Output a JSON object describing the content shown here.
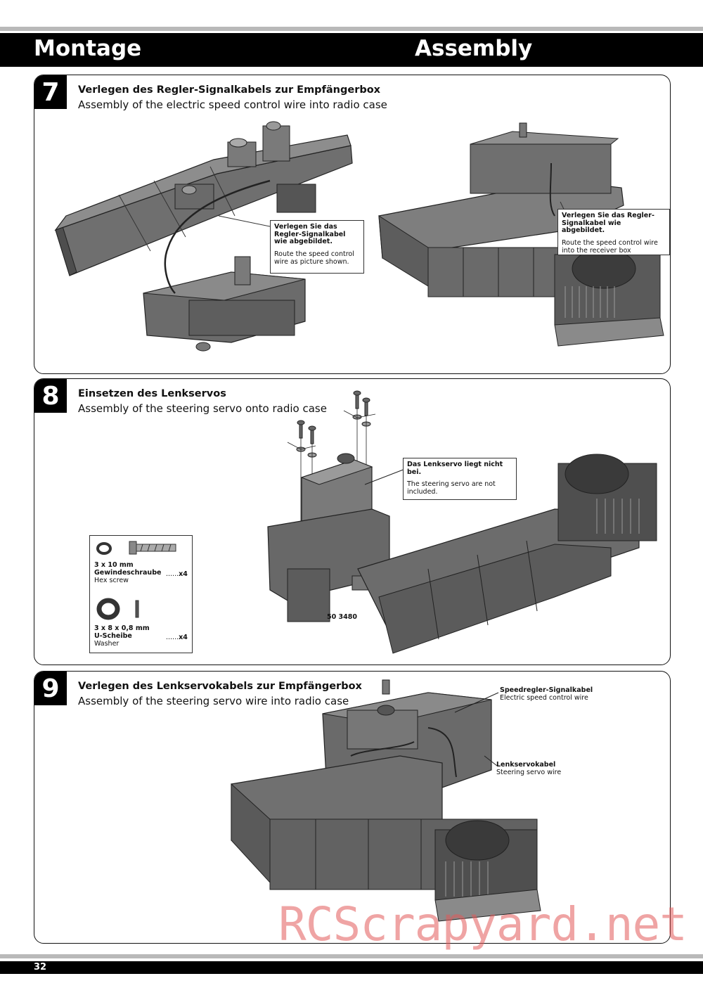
{
  "header": {
    "title_de": "Montage",
    "title_en": "Assembly"
  },
  "steps": [
    {
      "number": "7",
      "title_de": "Verlegen des Regler-Signalkabels zur Empfängerbox",
      "title_en": "Assembly of the electric speed control wire into radio case",
      "notes": [
        {
          "de": "Verlegen Sie das Regler-Signalkabel wie abgebildet.",
          "en": "Route the speed control wire as picture shown."
        },
        {
          "de": "Verlegen Sie das Regler-Signalkabel wie abgebildet.",
          "en": "Route the speed control wire into the receiver box"
        }
      ]
    },
    {
      "number": "8",
      "title_de": "Einsetzen des Lenkservos",
      "title_en": "Assembly of the steering servo onto radio case",
      "note": {
        "de": "Das Lenkservo liegt nicht bei.",
        "en": "The steering servo are not included."
      },
      "part_number": "50 3480",
      "parts": [
        {
          "size": "3 x 10 mm",
          "name_de": "Gewindeschraube",
          "name_en": "Hex screw",
          "qty": "x4"
        },
        {
          "size": "3 x 8 x 0,8 mm",
          "name_de": "U-Scheibe",
          "name_en": "Washer",
          "qty": "x4"
        }
      ]
    },
    {
      "number": "9",
      "title_de": "Verlegen des Lenkservokabels zur Empfängerbox",
      "title_en": "Assembly of the steering servo wire into radio case",
      "labels": [
        {
          "de": "Speedregler-Signalkabel",
          "en": "Electric speed control wire"
        },
        {
          "de": "Lenkservokabel",
          "en": "Steering servo wire"
        }
      ]
    }
  ],
  "footer": {
    "page": "32"
  },
  "watermark": "RCScrapyard.net"
}
